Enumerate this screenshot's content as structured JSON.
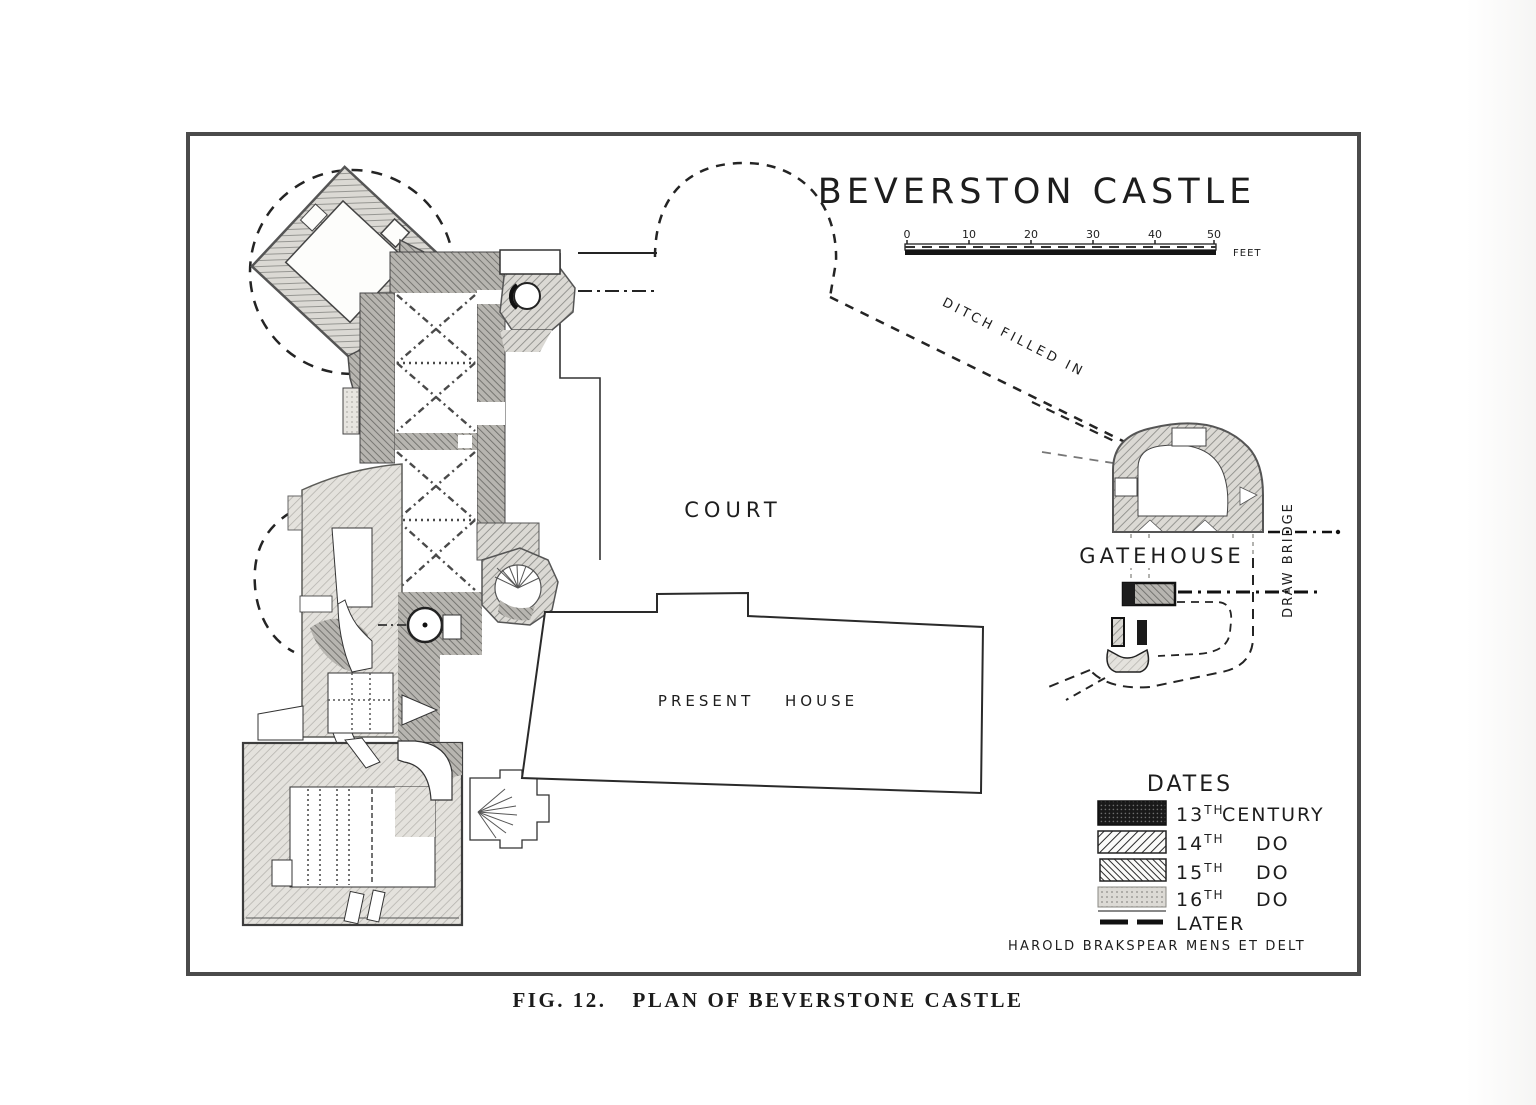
{
  "figure_caption": {
    "fig": "FIG. 12.",
    "title": "PLAN OF BEVERSTONE CASTLE"
  },
  "plan": {
    "title": "BEVERSTON CASTLE",
    "scale": {
      "ticks": [
        "0",
        "10",
        "20",
        "30",
        "40",
        "50"
      ],
      "unit": "FEET"
    },
    "labels": {
      "ditch": "DITCH FILLED IN",
      "court": "COURT",
      "present_house": "PRESENT HOUSE",
      "gatehouse": "GATEHOUSE",
      "drawbridge": "DRAW BRIDGE"
    },
    "legend": {
      "title": "DATES",
      "entries": [
        {
          "period": "13",
          "sup": "TH",
          "word": "CENTURY",
          "swatch": "13th-black-speckle"
        },
        {
          "period": "14",
          "sup": "TH",
          "word": "DO",
          "swatch": "14th-diagonal-hatch"
        },
        {
          "period": "15",
          "sup": "TH",
          "word": "DO",
          "swatch": "15th-reverse-hatch"
        },
        {
          "period": "16",
          "sup": "TH",
          "word": "DO",
          "swatch": "16th-stipple"
        },
        {
          "period": "",
          "sup": "",
          "word": "LATER",
          "swatch": "later-dashed-line"
        }
      ]
    },
    "credit": {
      "name": "HAROLD BRAKSPEAR",
      "latin": "MENS ET DELT"
    }
  },
  "colors": {
    "ink": "#1f1f1f",
    "hatch_dark": "#73736f",
    "hatch_mid": "#90908c",
    "hatch_light": "#b3b1ac",
    "paper": "#ffffff"
  }
}
